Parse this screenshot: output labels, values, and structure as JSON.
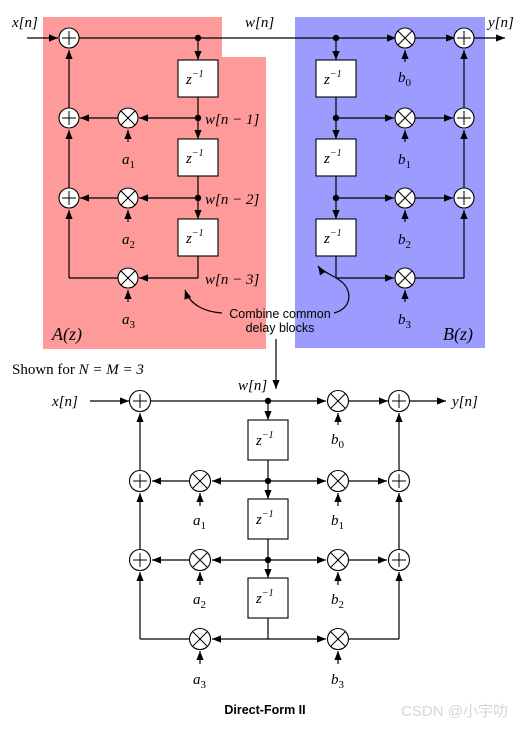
{
  "colors": {
    "section_a": "#fe9a9a",
    "section_b": "#9c9cfe"
  },
  "labels": {
    "x_n": "x[n]",
    "w_n": "w[n]",
    "y_n": "y[n]",
    "w_n1": "w[n − 1]",
    "w_n2": "w[n − 2]",
    "w_n3": "w[n − 3]",
    "a1": "a",
    "a1_sub": "1",
    "a2": "a",
    "a2_sub": "2",
    "a3": "a",
    "a3_sub": "3",
    "b0": "b",
    "b0_sub": "0",
    "b1": "b",
    "b1_sub": "1",
    "b2": "b",
    "b2_sub": "2",
    "b3": "b",
    "b3_sub": "3",
    "delay": "z",
    "delay_exp": "−1",
    "A_z": "A(z)",
    "B_z": "B(z)",
    "shown_for_prefix": "Shown for ",
    "shown_for_eq": "N = M = 3",
    "combine_line1": "Combine common",
    "combine_line2": "delay blocks",
    "figure_title": "Direct-Form II"
  },
  "watermark": "CSDN @小宇叻"
}
